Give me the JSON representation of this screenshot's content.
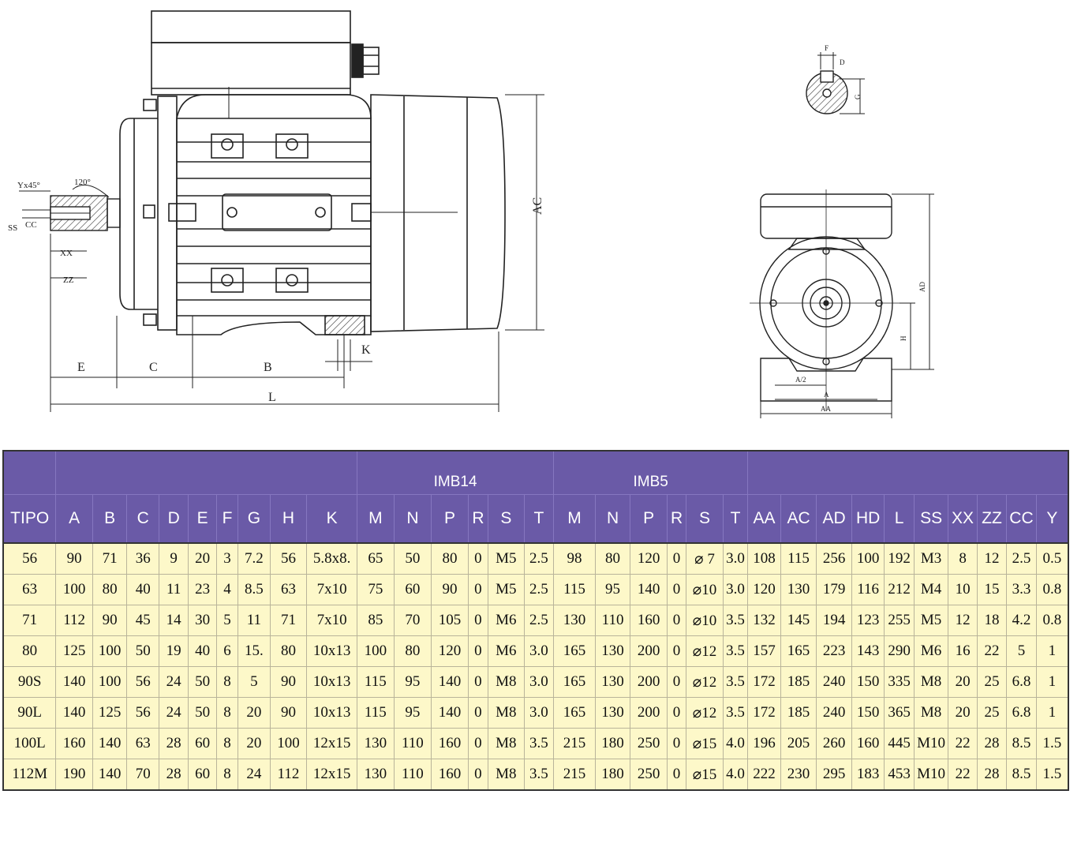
{
  "drawing": {
    "side_labels": {
      "e": "E",
      "c": "C",
      "b": "B",
      "l": "L",
      "k": "K",
      "ac": "AC",
      "ss": "SS",
      "cc": "CC",
      "xx": "XX",
      "zz": "ZZ",
      "y45": "Yx45°",
      "deg120": "120°"
    },
    "shaft_labels": {
      "f": "F",
      "d": "D",
      "g": "G"
    },
    "front_labels": {
      "ad": "AD",
      "h": "H",
      "a2": "A/2",
      "a": "A",
      "aa": "AA"
    }
  },
  "table": {
    "group_headers": {
      "imb14": "IMB14",
      "imb5": "IMB5"
    },
    "columns": [
      "TIPO",
      "A",
      "B",
      "C",
      "D",
      "E",
      "F",
      "G",
      "H",
      "K",
      "M",
      "N",
      "P",
      "R",
      "S",
      "T",
      "M",
      "N",
      "P",
      "R",
      "S",
      "T",
      "AA",
      "AC",
      "AD",
      "HD",
      "L",
      "SS",
      "XX",
      "ZZ",
      "CC",
      "Y"
    ],
    "rows": [
      [
        "56",
        "90",
        "71",
        "36",
        "9",
        "20",
        "3",
        "7.2",
        "56",
        "5.8x8.",
        "65",
        "50",
        "80",
        "0",
        "M5",
        "2.5",
        "98",
        "80",
        "120",
        "0",
        "⌀ 7",
        "3.0",
        "108",
        "115",
        "256",
        "100",
        "192",
        "M3",
        "8",
        "12",
        "2.5",
        "0.5"
      ],
      [
        "63",
        "100",
        "80",
        "40",
        "11",
        "23",
        "4",
        "8.5",
        "63",
        "7x10",
        "75",
        "60",
        "90",
        "0",
        "M5",
        "2.5",
        "115",
        "95",
        "140",
        "0",
        "⌀10",
        "3.0",
        "120",
        "130",
        "179",
        "116",
        "212",
        "M4",
        "10",
        "15",
        "3.3",
        "0.8"
      ],
      [
        "71",
        "112",
        "90",
        "45",
        "14",
        "30",
        "5",
        "11",
        "71",
        "7x10",
        "85",
        "70",
        "105",
        "0",
        "M6",
        "2.5",
        "130",
        "110",
        "160",
        "0",
        "⌀10",
        "3.5",
        "132",
        "145",
        "194",
        "123",
        "255",
        "M5",
        "12",
        "18",
        "4.2",
        "0.8"
      ],
      [
        "80",
        "125",
        "100",
        "50",
        "19",
        "40",
        "6",
        "15.",
        "80",
        "10x13",
        "100",
        "80",
        "120",
        "0",
        "M6",
        "3.0",
        "165",
        "130",
        "200",
        "0",
        "⌀12",
        "3.5",
        "157",
        "165",
        "223",
        "143",
        "290",
        "M6",
        "16",
        "22",
        "5",
        "1"
      ],
      [
        "90S",
        "140",
        "100",
        "56",
        "24",
        "50",
        "8",
        "5",
        "90",
        "10x13",
        "115",
        "95",
        "140",
        "0",
        "M8",
        "3.0",
        "165",
        "130",
        "200",
        "0",
        "⌀12",
        "3.5",
        "172",
        "185",
        "240",
        "150",
        "335",
        "M8",
        "20",
        "25",
        "6.8",
        "1"
      ],
      [
        "90L",
        "140",
        "125",
        "56",
        "24",
        "50",
        "8",
        "20",
        "90",
        "10x13",
        "115",
        "95",
        "140",
        "0",
        "M8",
        "3.0",
        "165",
        "130",
        "200",
        "0",
        "⌀12",
        "3.5",
        "172",
        "185",
        "240",
        "150",
        "365",
        "M8",
        "20",
        "25",
        "6.8",
        "1"
      ],
      [
        "100L",
        "160",
        "140",
        "63",
        "28",
        "60",
        "8",
        "20",
        "100",
        "12x15",
        "130",
        "110",
        "160",
        "0",
        "M8",
        "3.5",
        "215",
        "180",
        "250",
        "0",
        "⌀15",
        "4.0",
        "196",
        "205",
        "260",
        "160",
        "445",
        "M10",
        "22",
        "28",
        "8.5",
        "1.5"
      ],
      [
        "112M",
        "190",
        "140",
        "70",
        "28",
        "60",
        "8",
        "24",
        "112",
        "12x15",
        "130",
        "110",
        "160",
        "0",
        "M8",
        "3.5",
        "215",
        "180",
        "250",
        "0",
        "⌀15",
        "4.0",
        "222",
        "230",
        "295",
        "183",
        "453",
        "M10",
        "22",
        "28",
        "8.5",
        "1.5"
      ]
    ]
  }
}
